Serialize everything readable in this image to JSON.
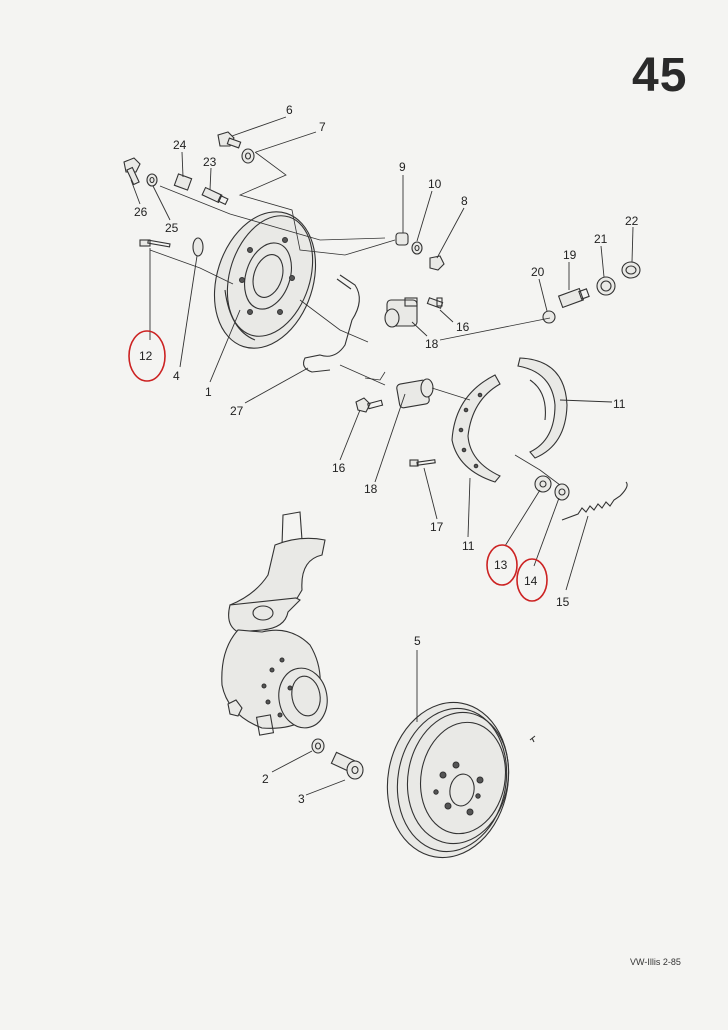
{
  "page": {
    "number": "45",
    "footer": "VW-Illis 2-85"
  },
  "callouts": [
    {
      "id": "c6",
      "label": "6"
    },
    {
      "id": "c7",
      "label": "7"
    },
    {
      "id": "c24",
      "label": "24"
    },
    {
      "id": "c23",
      "label": "23"
    },
    {
      "id": "c9",
      "label": "9"
    },
    {
      "id": "c10",
      "label": "10"
    },
    {
      "id": "c8",
      "label": "8"
    },
    {
      "id": "c22",
      "label": "22"
    },
    {
      "id": "c21",
      "label": "21"
    },
    {
      "id": "c19",
      "label": "19"
    },
    {
      "id": "c20",
      "label": "20"
    },
    {
      "id": "c26",
      "label": "26"
    },
    {
      "id": "c25",
      "label": "25"
    },
    {
      "id": "c12",
      "label": "12"
    },
    {
      "id": "c4",
      "label": "4"
    },
    {
      "id": "c1",
      "label": "1"
    },
    {
      "id": "c16a",
      "label": "16"
    },
    {
      "id": "c18a",
      "label": "18"
    },
    {
      "id": "c27",
      "label": "27"
    },
    {
      "id": "c11a",
      "label": "11"
    },
    {
      "id": "c16b",
      "label": "16"
    },
    {
      "id": "c18b",
      "label": "18"
    },
    {
      "id": "c17",
      "label": "17"
    },
    {
      "id": "c11b",
      "label": "11"
    },
    {
      "id": "c13",
      "label": "13"
    },
    {
      "id": "c14",
      "label": "14"
    },
    {
      "id": "c15",
      "label": "15"
    },
    {
      "id": "c5",
      "label": "5"
    },
    {
      "id": "c2",
      "label": "2"
    },
    {
      "id": "c3",
      "label": "3"
    }
  ],
  "highlight_color": "#cc2222",
  "highlighted_callouts": [
    "12",
    "13",
    "14"
  ]
}
